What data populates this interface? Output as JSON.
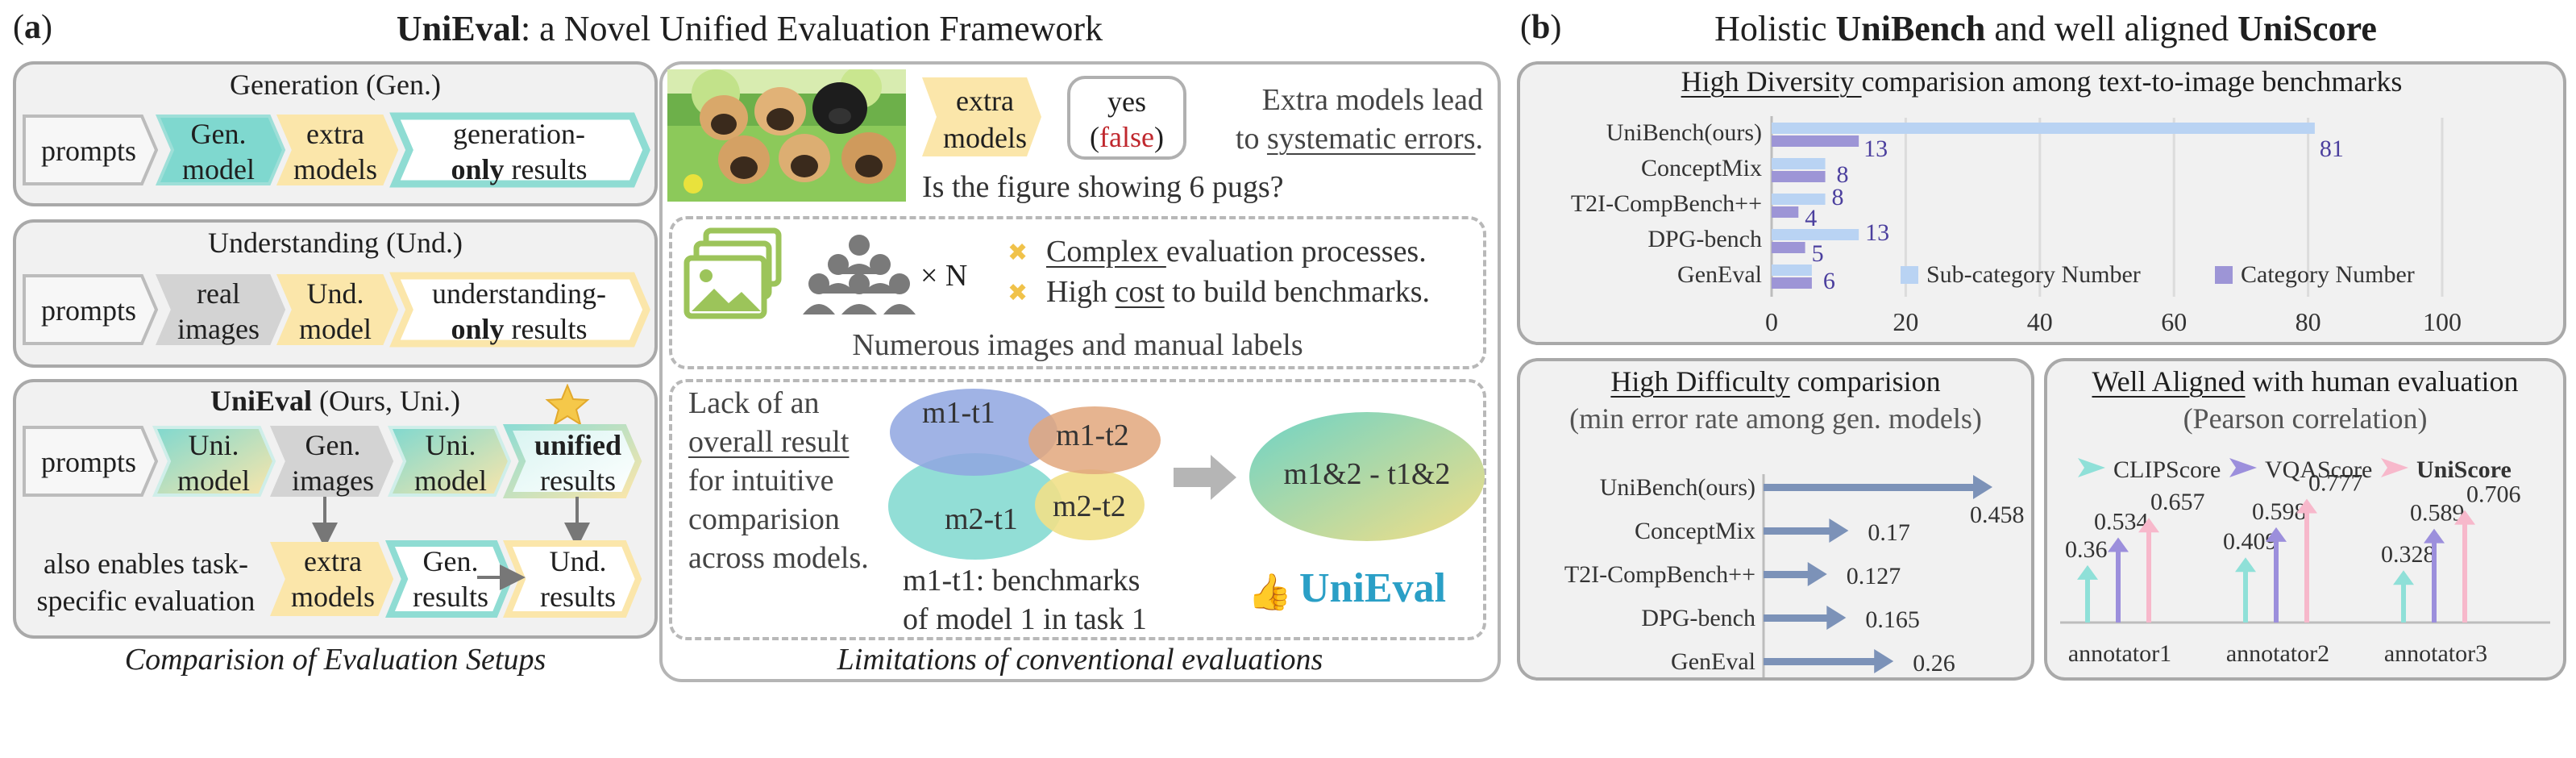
{
  "panel_a": {
    "label_open": "(",
    "label_letter": "a",
    "label_close": ")",
    "title_bold": "UniEval",
    "title_rest": ": a Novel Unified Evaluation Framework",
    "caption_left": "Comparision of Evaluation Setups",
    "caption_right": "Limitations of conventional evaluations",
    "generation": {
      "title": "Generation (Gen.)",
      "prompts": "prompts",
      "model_l1": "Gen.",
      "model_l2": "model",
      "extra_l1": "extra",
      "extra_l2": "models",
      "result_l1": "generation-",
      "result_l2_bold": "only",
      "result_l2_rest": " results"
    },
    "understanding": {
      "title": "Understanding (Und.)",
      "prompts": "prompts",
      "images_l1": "real",
      "images_l2": "images",
      "model_l1": "Und.",
      "model_l2": "model",
      "result_l1": "understanding-",
      "result_l2_bold": "only",
      "result_l2_rest": " results"
    },
    "unieval": {
      "title_bold": "UniEval",
      "title_rest": " (Ours, Uni.)",
      "prompts": "prompts",
      "uni1_l1": "Uni.",
      "uni1_l2": "model",
      "gen_images_l1": "Gen.",
      "gen_images_l2": "images",
      "uni2_l1": "Uni.",
      "uni2_l2": "model",
      "unified_l1_bold": "unified",
      "unified_l2": "results",
      "also_l1": "also enables task-",
      "also_l2": "specific evaluation",
      "extra_l1": "extra",
      "extra_l2": "models",
      "gen_results_l1": "Gen.",
      "gen_results_l2": "results",
      "und_results_l1": "Und.",
      "und_results_l2": "results"
    },
    "limit1": {
      "extra_l1": "extra",
      "extra_l2": "models",
      "yes": "yes",
      "false_open": "(",
      "false_word": "false",
      "false_close": ")",
      "note_l1": "Extra models lead",
      "note_l2_pre": "to ",
      "note_l2_u": "systematic errors",
      "note_l2_post": ".",
      "question": "Is the figure showing 6 pugs?"
    },
    "limit2": {
      "times_n": "× N",
      "bullet1_u": "Complex ",
      "bullet1_rest": "evaluation processes.",
      "bullet2_pre": "High ",
      "bullet2_u": "cost",
      "bullet2_rest": " to build benchmarks.",
      "caption": "Numerous images and manual labels"
    },
    "limit3": {
      "l1": "Lack of an",
      "l2_u": "overall result",
      "l3": "for intuitive",
      "l4": "comparision",
      "l5": "across models.",
      "venn": [
        "m1-t1",
        "m1-t2",
        "m2-t1",
        "m2-t2"
      ],
      "merged": "m1&2 - t1&2",
      "note_l1": "m1-t1: benchmarks",
      "note_l2": "of model 1 in task 1",
      "logo": "UniEval"
    }
  },
  "panel_b": {
    "label_open": "(",
    "label_letter": "b",
    "label_close": ")",
    "title_pre": "Holistic ",
    "title_b1": "UniBench",
    "title_mid": " and well aligned ",
    "title_b2": "UniScore",
    "colors": {
      "sub": "#b9d3f3",
      "cat": "#9d95d6",
      "arrow": "#7c92b8",
      "clip": "#8fe0d8",
      "vqa": "#9c8fdc",
      "uni": "#f7b8cb"
    }
  },
  "diversity": {
    "title_u": "High Diversity ",
    "title_rest": "comparision among text-to-image benchmarks",
    "chart_data": {
      "type": "bar",
      "orientation": "horizontal",
      "categories": [
        "UniBench(ours)",
        "ConceptMix",
        "T2I-CompBench++",
        "DPG-bench",
        "GenEval"
      ],
      "series": [
        {
          "name": "Sub-category Number",
          "values": [
            81,
            8,
            8,
            13,
            6
          ]
        },
        {
          "name": "Category Number",
          "values": [
            13,
            8,
            4,
            5,
            6
          ]
        }
      ],
      "xlim": [
        0,
        100
      ],
      "xticks": [
        "0",
        "20",
        "40",
        "60",
        "80",
        "100"
      ],
      "grid": true,
      "legend": "bottom-right"
    }
  },
  "difficulty": {
    "title_u": "High Difficulty",
    "title_rest": " comparision",
    "subtitle": "(min error rate among gen. models)",
    "chart_data": {
      "type": "bar",
      "orientation": "horizontal-arrow",
      "categories": [
        "UniBench(ours)",
        "ConceptMix",
        "T2I-CompBench++",
        "DPG-bench",
        "GenEval"
      ],
      "values": [
        0.458,
        0.17,
        0.127,
        0.165,
        0.26
      ],
      "value_labels": [
        "0.458",
        "0.17",
        "0.127",
        "0.165",
        "0.26"
      ]
    }
  },
  "alignment": {
    "title_u": "Well Aligned",
    "title_rest": " with human evaluation",
    "subtitle": "(Pearson correlation)",
    "chart_data": {
      "type": "bar",
      "orientation": "vertical-arrow",
      "categories": [
        "annotator1",
        "annotator2",
        "annotator3"
      ],
      "series": [
        {
          "name": "CLIPScore",
          "values": [
            0.36,
            0.409,
            0.328
          ]
        },
        {
          "name": "VQAScore",
          "values": [
            0.534,
            0.598,
            0.589
          ]
        },
        {
          "name": "UniScore",
          "values": [
            0.657,
            0.777,
            0.706
          ]
        }
      ],
      "legend": "top"
    }
  }
}
